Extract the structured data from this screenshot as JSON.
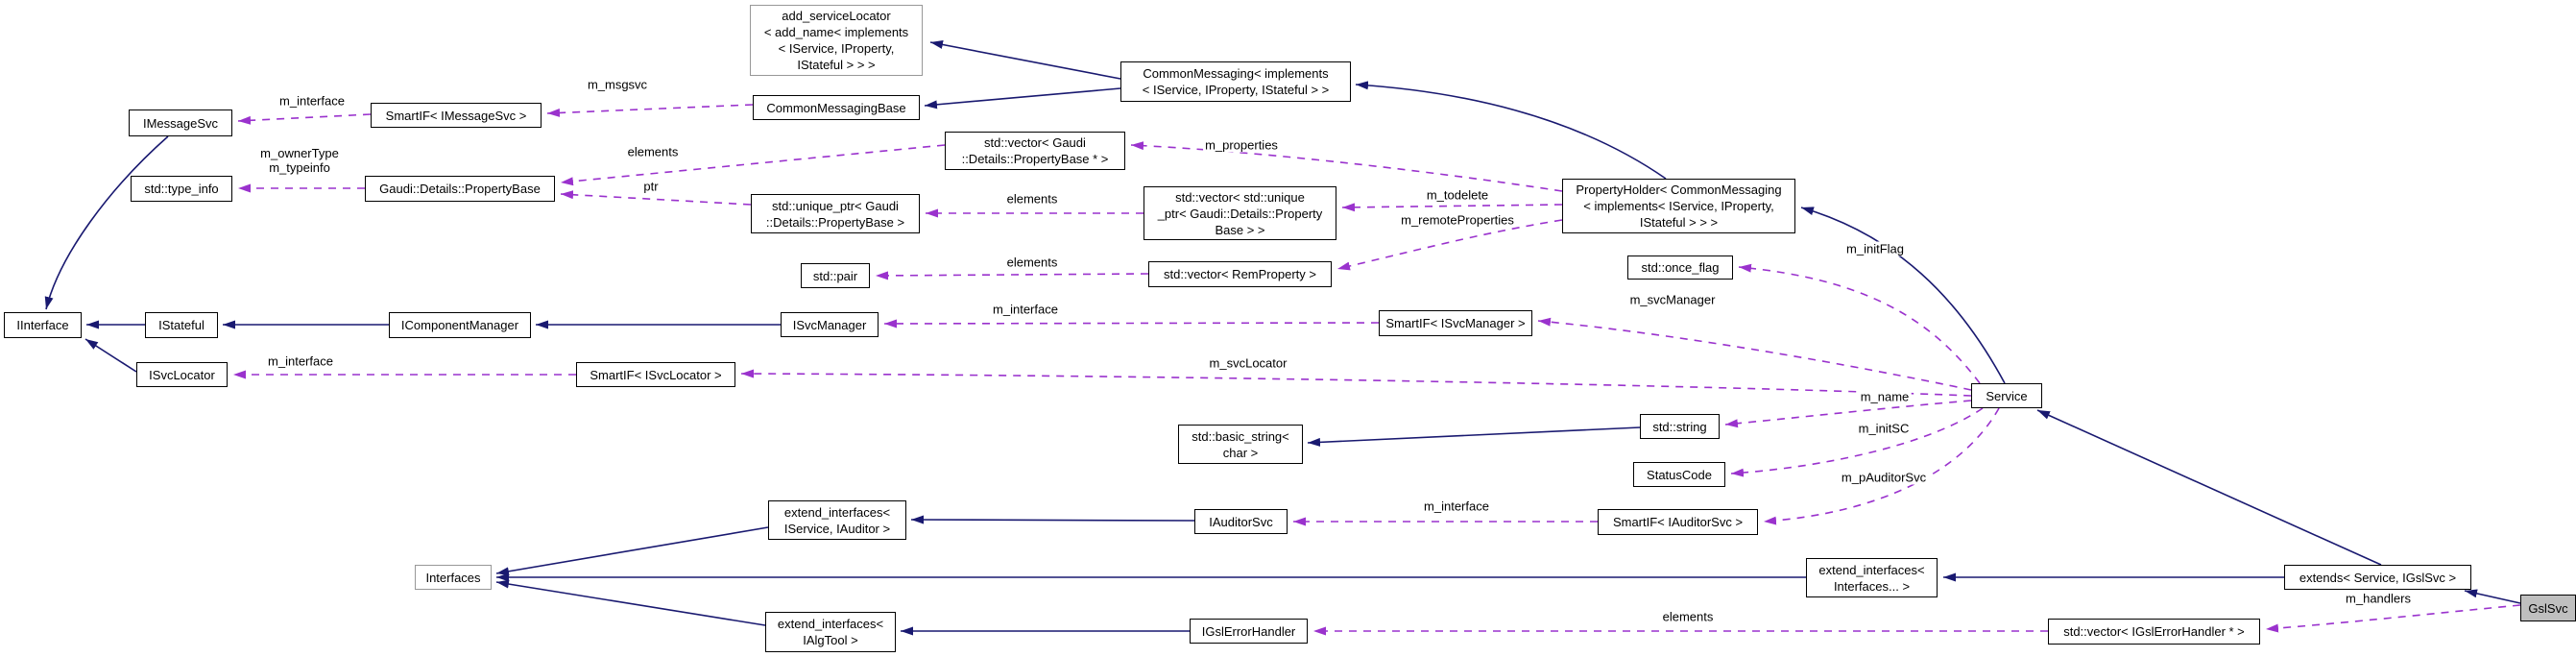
{
  "diagram": {
    "type": "doxygen-collaboration-graph",
    "focal_class": "GslSvc",
    "colors": {
      "background": "#ffffff",
      "inheritance_edge": "#191970",
      "usage_edge": "#9a32cd",
      "node_border": "#000000",
      "node_fill": "#ffffff",
      "focal_node_fill": "#bfbfbf",
      "template_node_border": "#989898",
      "text": "#000000"
    },
    "nodes": {
      "add_servicelocator": {
        "label": "add_serviceLocator\n< add_name< implements\n< IService, IProperty,\nIStateful > > >"
      },
      "commonmessaging": {
        "label": "CommonMessaging< implements\n< IService, IProperty, IStateful > >"
      },
      "commonmessagingbase": {
        "label": "CommonMessagingBase"
      },
      "smartif_imessagesvc": {
        "label": "SmartIF< IMessageSvc >"
      },
      "imessagesvc": {
        "label": "IMessageSvc"
      },
      "std_type_info": {
        "label": "std::type_info"
      },
      "propertybase": {
        "label": "Gaudi::Details::PropertyBase"
      },
      "vector_propertybase": {
        "label": "std::vector< Gaudi\n::Details::PropertyBase * >"
      },
      "unique_ptr_propertybase": {
        "label": "std::unique_ptr< Gaudi\n::Details::PropertyBase >"
      },
      "vector_unique_ptr": {
        "label": "std::vector< std::unique\n_ptr< Gaudi::Details::Property\nBase > >"
      },
      "std_pair": {
        "label": "std::pair"
      },
      "vector_remproperty": {
        "label": "std::vector< RemProperty >"
      },
      "propertyholder": {
        "label": "PropertyHolder< CommonMessaging\n< implements< IService, IProperty,\nIStateful > > >"
      },
      "std_once_flag": {
        "label": "std::once_flag"
      },
      "iinterface": {
        "label": "IInterface"
      },
      "istateful": {
        "label": "IStateful"
      },
      "icomponentmanager": {
        "label": "IComponentManager"
      },
      "isvcmanager": {
        "label": "ISvcManager"
      },
      "smartif_isvcmanager": {
        "label": "SmartIF< ISvcManager >"
      },
      "isvclocator": {
        "label": "ISvcLocator"
      },
      "smartif_isvclocator": {
        "label": "SmartIF< ISvcLocator >"
      },
      "service": {
        "label": "Service"
      },
      "std_basic_string": {
        "label": "std::basic_string<\nchar >"
      },
      "std_string": {
        "label": "std::string"
      },
      "statuscode": {
        "label": "StatusCode"
      },
      "extend_interfaces_iservice_iauditor": {
        "label": "extend_interfaces<\nIService, IAuditor >"
      },
      "iauditorsvc": {
        "label": "IAuditorSvc"
      },
      "smartif_iauditorsvc": {
        "label": "SmartIF< IAuditorSvc >"
      },
      "interfaces": {
        "label": "Interfaces"
      },
      "extend_interfaces_interfaces": {
        "label": "extend_interfaces<\nInterfaces... >"
      },
      "extends_service_igslsvc": {
        "label": "extends< Service, IGslSvc >"
      },
      "gslsvc": {
        "label": "GslSvc"
      },
      "extend_interfaces_ialgtool": {
        "label": "extend_interfaces<\nIAlgTool >"
      },
      "igslerrorhandler": {
        "label": "IGslErrorHandler"
      },
      "vector_igslerrorhandler": {
        "label": "std::vector< IGslErrorHandler * >"
      }
    },
    "labels": {
      "m_interface": "m_interface",
      "m_msgsvc": "m_msgsvc",
      "m_ownertype_typeinfo": "m_ownerType\nm_typeinfo",
      "elements": "elements",
      "ptr": "ptr",
      "m_properties": "m_properties",
      "m_todelete": "m_todelete",
      "m_remoteproperties": "m_remoteProperties",
      "m_initflag": "m_initFlag",
      "m_svcmanager": "m_svcManager",
      "m_svclocator": "m_svcLocator",
      "m_name": "m_name",
      "m_initsc": "m_initSC",
      "m_pauditorsvc": "m_pAuditorSvc",
      "m_handlers": "m_handlers"
    }
  }
}
